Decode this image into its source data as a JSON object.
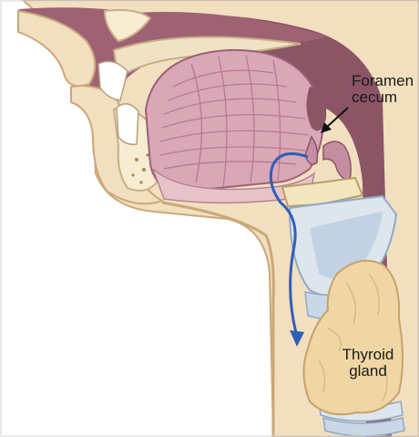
{
  "labels": {
    "foramen_cecum": [
      "Foramen",
      "cecum"
    ],
    "thyroid_gland": [
      "Thyroid",
      "gland"
    ]
  },
  "colors": {
    "skin": "#f2dfc0",
    "skin_shade": "#e3c9a0",
    "mucosa": "#8b5566",
    "mucosa_dark": "#6e3a4a",
    "tongue": "#d9a7b6",
    "tongue_lines": "#b9798e",
    "cartilage": "#dde6ec",
    "cartilage_blue": "#b9cbe0",
    "thyroid": "#efd6a4",
    "thyroid_shade": "#d9b77a",
    "hyoid": "#f3e6bf",
    "bone": "#f6ecd2",
    "arrow_blue": "#2f5fb8",
    "arrow_black": "#111111"
  }
}
